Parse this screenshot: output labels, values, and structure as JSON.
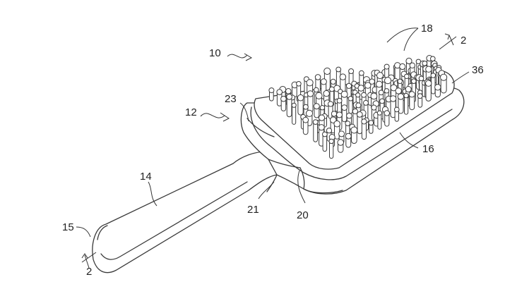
{
  "labels": {
    "l10": "10",
    "l12": "12",
    "l14": "14",
    "l15": "15",
    "l16": "16",
    "l18": "18",
    "l20": "20",
    "l21": "21",
    "l23": "23",
    "l36": "36",
    "sec_top": "2",
    "sec_bottom": "2"
  },
  "colors": {
    "ink": "#3a3a3a",
    "background": "#ffffff"
  }
}
